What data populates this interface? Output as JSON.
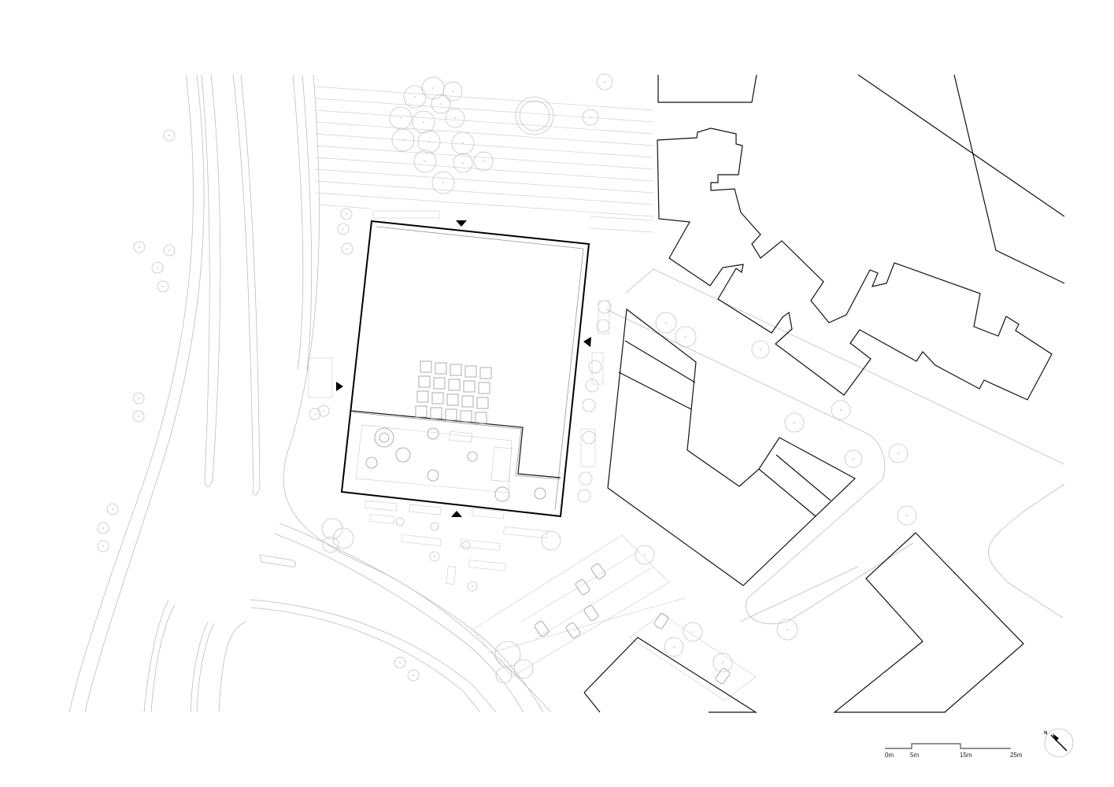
{
  "scale_bar": {
    "labels": [
      "0m",
      "5m",
      "15m",
      "25m"
    ]
  },
  "north_arrow": {
    "label": "N",
    "icon": "north-arrow-icon"
  },
  "colors": {
    "main_building": "#000000",
    "buildings": "#111111",
    "context_lines": "#bdbdbd",
    "trees": "#c4c4c4"
  }
}
